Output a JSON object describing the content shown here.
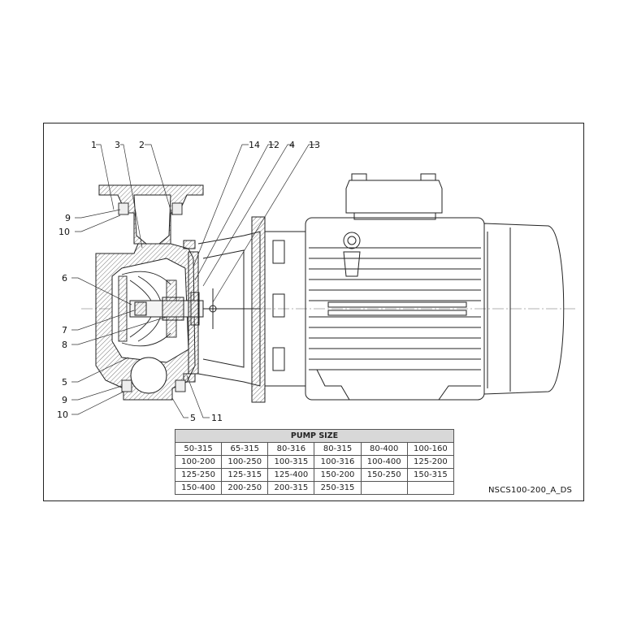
{
  "callouts": {
    "c1": "1",
    "c3": "3",
    "c2": "2",
    "c14": "14",
    "c12": "12",
    "c4": "4",
    "c13": "13",
    "c9a": "9",
    "c10a": "10",
    "c6": "6",
    "c7": "7",
    "c8": "8",
    "c5a": "5",
    "c9b": "9",
    "c10b": "10",
    "c5b": "5",
    "c11": "11"
  },
  "table": {
    "header": "PUMP SIZE",
    "rows": [
      [
        "50-315",
        "65-315",
        "80-316",
        "80-315",
        "80-400",
        "100-160"
      ],
      [
        "100-200",
        "100-250",
        "100-315",
        "100-316",
        "100-400",
        "125-200"
      ],
      [
        "125-250",
        "125-315",
        "125-400",
        "150-200",
        "150-250",
        "150-315"
      ],
      [
        "150-400",
        "200-250",
        "200-315",
        "250-315",
        "",
        ""
      ]
    ]
  },
  "drawing_code": "NSCS100-200_A_DS"
}
